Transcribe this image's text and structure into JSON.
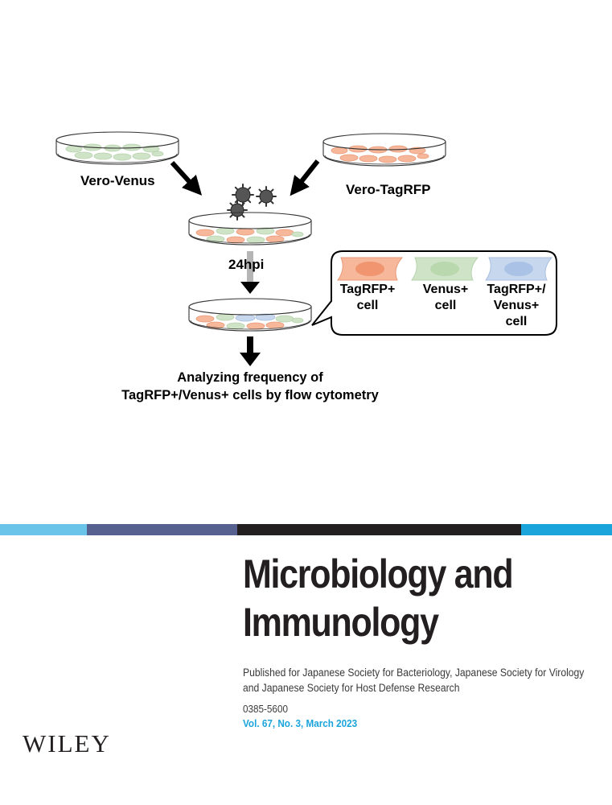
{
  "figure": {
    "dish_left_label": "Vero-Venus",
    "dish_right_label": "Vero-TagRFP",
    "time_label": "24hpi",
    "legend": [
      {
        "line1": "TagRFP+",
        "line2": "cell",
        "line3": ""
      },
      {
        "line1": "Venus+",
        "line2": "cell",
        "line3": ""
      },
      {
        "line1": "TagRFP+/",
        "line2": "Venus+",
        "line3": "cell"
      }
    ],
    "result_line1": "Analyzing frequency of",
    "result_line2": "TagRFP+/Venus+ cells by flow cytometry"
  },
  "colors": {
    "green_cell": "#cfe4c7",
    "orange_cell": "#f6b79a",
    "blue_cell": "#c7d7ee",
    "stripe_light_blue": "#6ac4ea",
    "stripe_slate": "#57618f",
    "stripe_black": "#231f20",
    "stripe_blue": "#1ba4dc",
    "accent": "#1ba4dc"
  },
  "cover": {
    "title_line1": "Microbiology and",
    "title_line2": "Immunology",
    "published_line1": "Published for Japanese Society for Bacteriology, Japanese Society for Virology",
    "published_line2": "and Japanese Society for Host Defense Research",
    "issn": "0385-5600",
    "volume_issue": "Vol. 67, No. 3, March 2023",
    "publisher": "WILEY"
  }
}
